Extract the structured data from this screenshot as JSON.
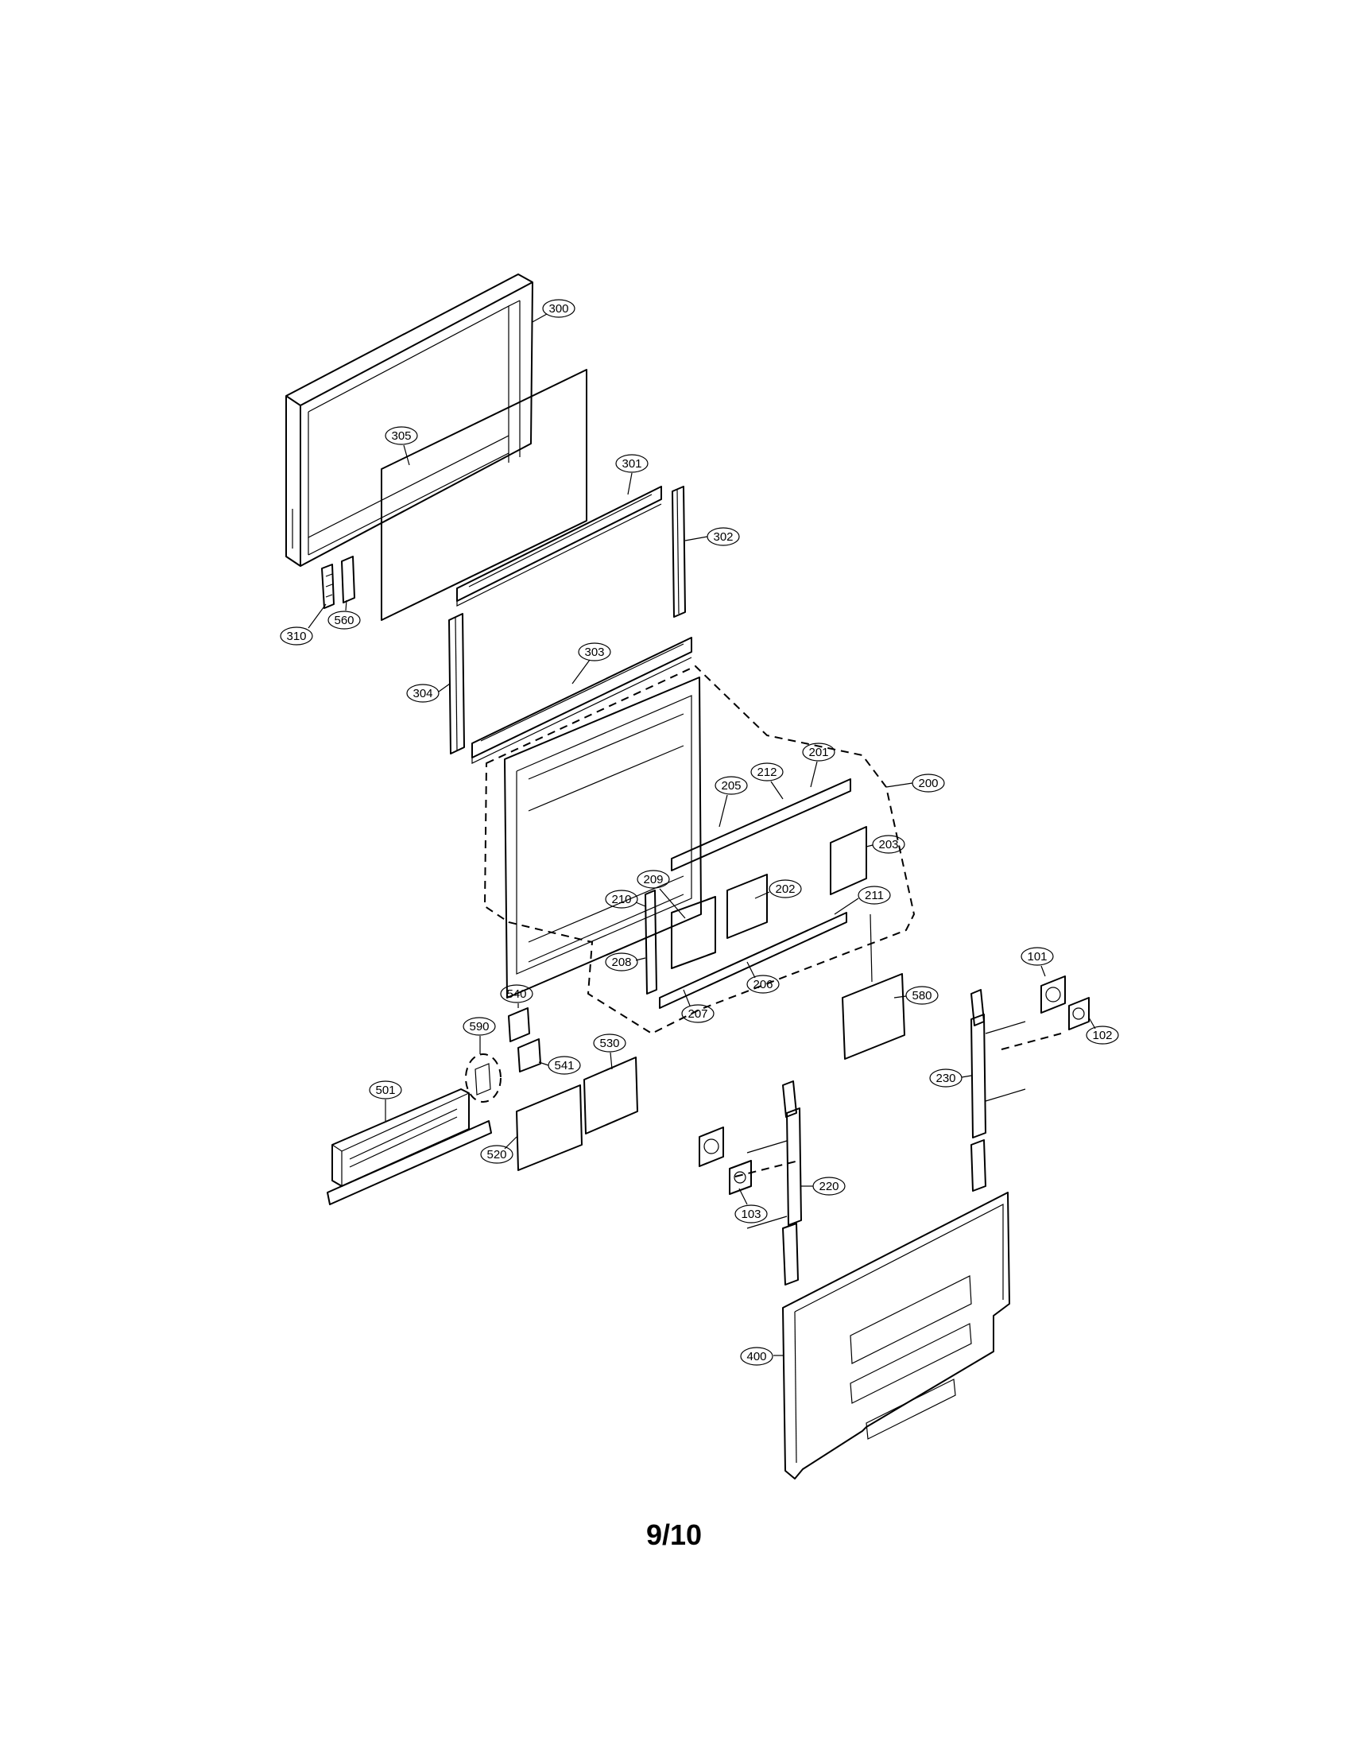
{
  "page": {
    "number": "9/10"
  },
  "callouts": [
    {
      "id": "c-300",
      "label": "300"
    },
    {
      "id": "c-305",
      "label": "305"
    },
    {
      "id": "c-301",
      "label": "301"
    },
    {
      "id": "c-302",
      "label": "302"
    },
    {
      "id": "c-310",
      "label": "310"
    },
    {
      "id": "c-560",
      "label": "560"
    },
    {
      "id": "c-303",
      "label": "303"
    },
    {
      "id": "c-304",
      "label": "304"
    },
    {
      "id": "c-200",
      "label": "200"
    },
    {
      "id": "c-201",
      "label": "201"
    },
    {
      "id": "c-212",
      "label": "212"
    },
    {
      "id": "c-205",
      "label": "205"
    },
    {
      "id": "c-203",
      "label": "203"
    },
    {
      "id": "c-209",
      "label": "209"
    },
    {
      "id": "c-202",
      "label": "202"
    },
    {
      "id": "c-211",
      "label": "211"
    },
    {
      "id": "c-210",
      "label": "210"
    },
    {
      "id": "c-208",
      "label": "208"
    },
    {
      "id": "c-206",
      "label": "206"
    },
    {
      "id": "c-207",
      "label": "207"
    },
    {
      "id": "c-580",
      "label": "580"
    },
    {
      "id": "c-101",
      "label": "101"
    },
    {
      "id": "c-102",
      "label": "102"
    },
    {
      "id": "c-230",
      "label": "230"
    },
    {
      "id": "c-540",
      "label": "540"
    },
    {
      "id": "c-590",
      "label": "590"
    },
    {
      "id": "c-541",
      "label": "541"
    },
    {
      "id": "c-530",
      "label": "530"
    },
    {
      "id": "c-501",
      "label": "501"
    },
    {
      "id": "c-520",
      "label": "520"
    },
    {
      "id": "c-220",
      "label": "220"
    },
    {
      "id": "c-103",
      "label": "103"
    },
    {
      "id": "c-400",
      "label": "400"
    }
  ]
}
